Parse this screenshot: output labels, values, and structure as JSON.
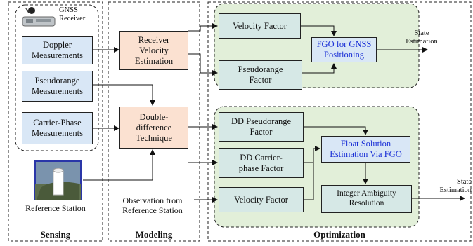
{
  "sections": {
    "sensing": "Sensing",
    "modeling": "Modeling",
    "optimization": "Optimization"
  },
  "receiver": {
    "label": "GNSS\nReceiver"
  },
  "sensing_boxes": {
    "doppler": "Doppler\nMeasurements",
    "pseudorange": "Pseudorange\nMeasurements",
    "carrier": "Carrier-Phase\nMeasurements"
  },
  "reference_station": {
    "label": "Reference Station"
  },
  "modeling_boxes": {
    "velocity_estimation": "Receiver\nVelocity\nEstimation",
    "double_difference": "Double-\ndifference\nTechnique"
  },
  "observation_label": "Observation from\nReference Station",
  "top_group": {
    "velocity_factor": "Velocity Factor",
    "pseudorange_factor": "Pseudorange\nFactor",
    "fgo": "FGO for GNSS\nPositioning",
    "output": "State\nEstimation"
  },
  "bottom_group": {
    "dd_pseudorange": "DD Pseudorange\nFactor",
    "dd_carrier": "DD Carrier-\nphase  Factor",
    "velocity_factor": "Velocity Factor",
    "float_solution": "Float Solution\nEstimation Via FGO",
    "ambiguity": "Integer Ambiguity\nResolution",
    "output": "State\nEstimation"
  },
  "colors": {
    "sensing_box": "#d9e7f6",
    "modeling_box": "#fbe1d1",
    "factor_box": "#d6e8e6",
    "group_fill": "#e2efd9",
    "fgo_text": "#1a2fd6"
  }
}
